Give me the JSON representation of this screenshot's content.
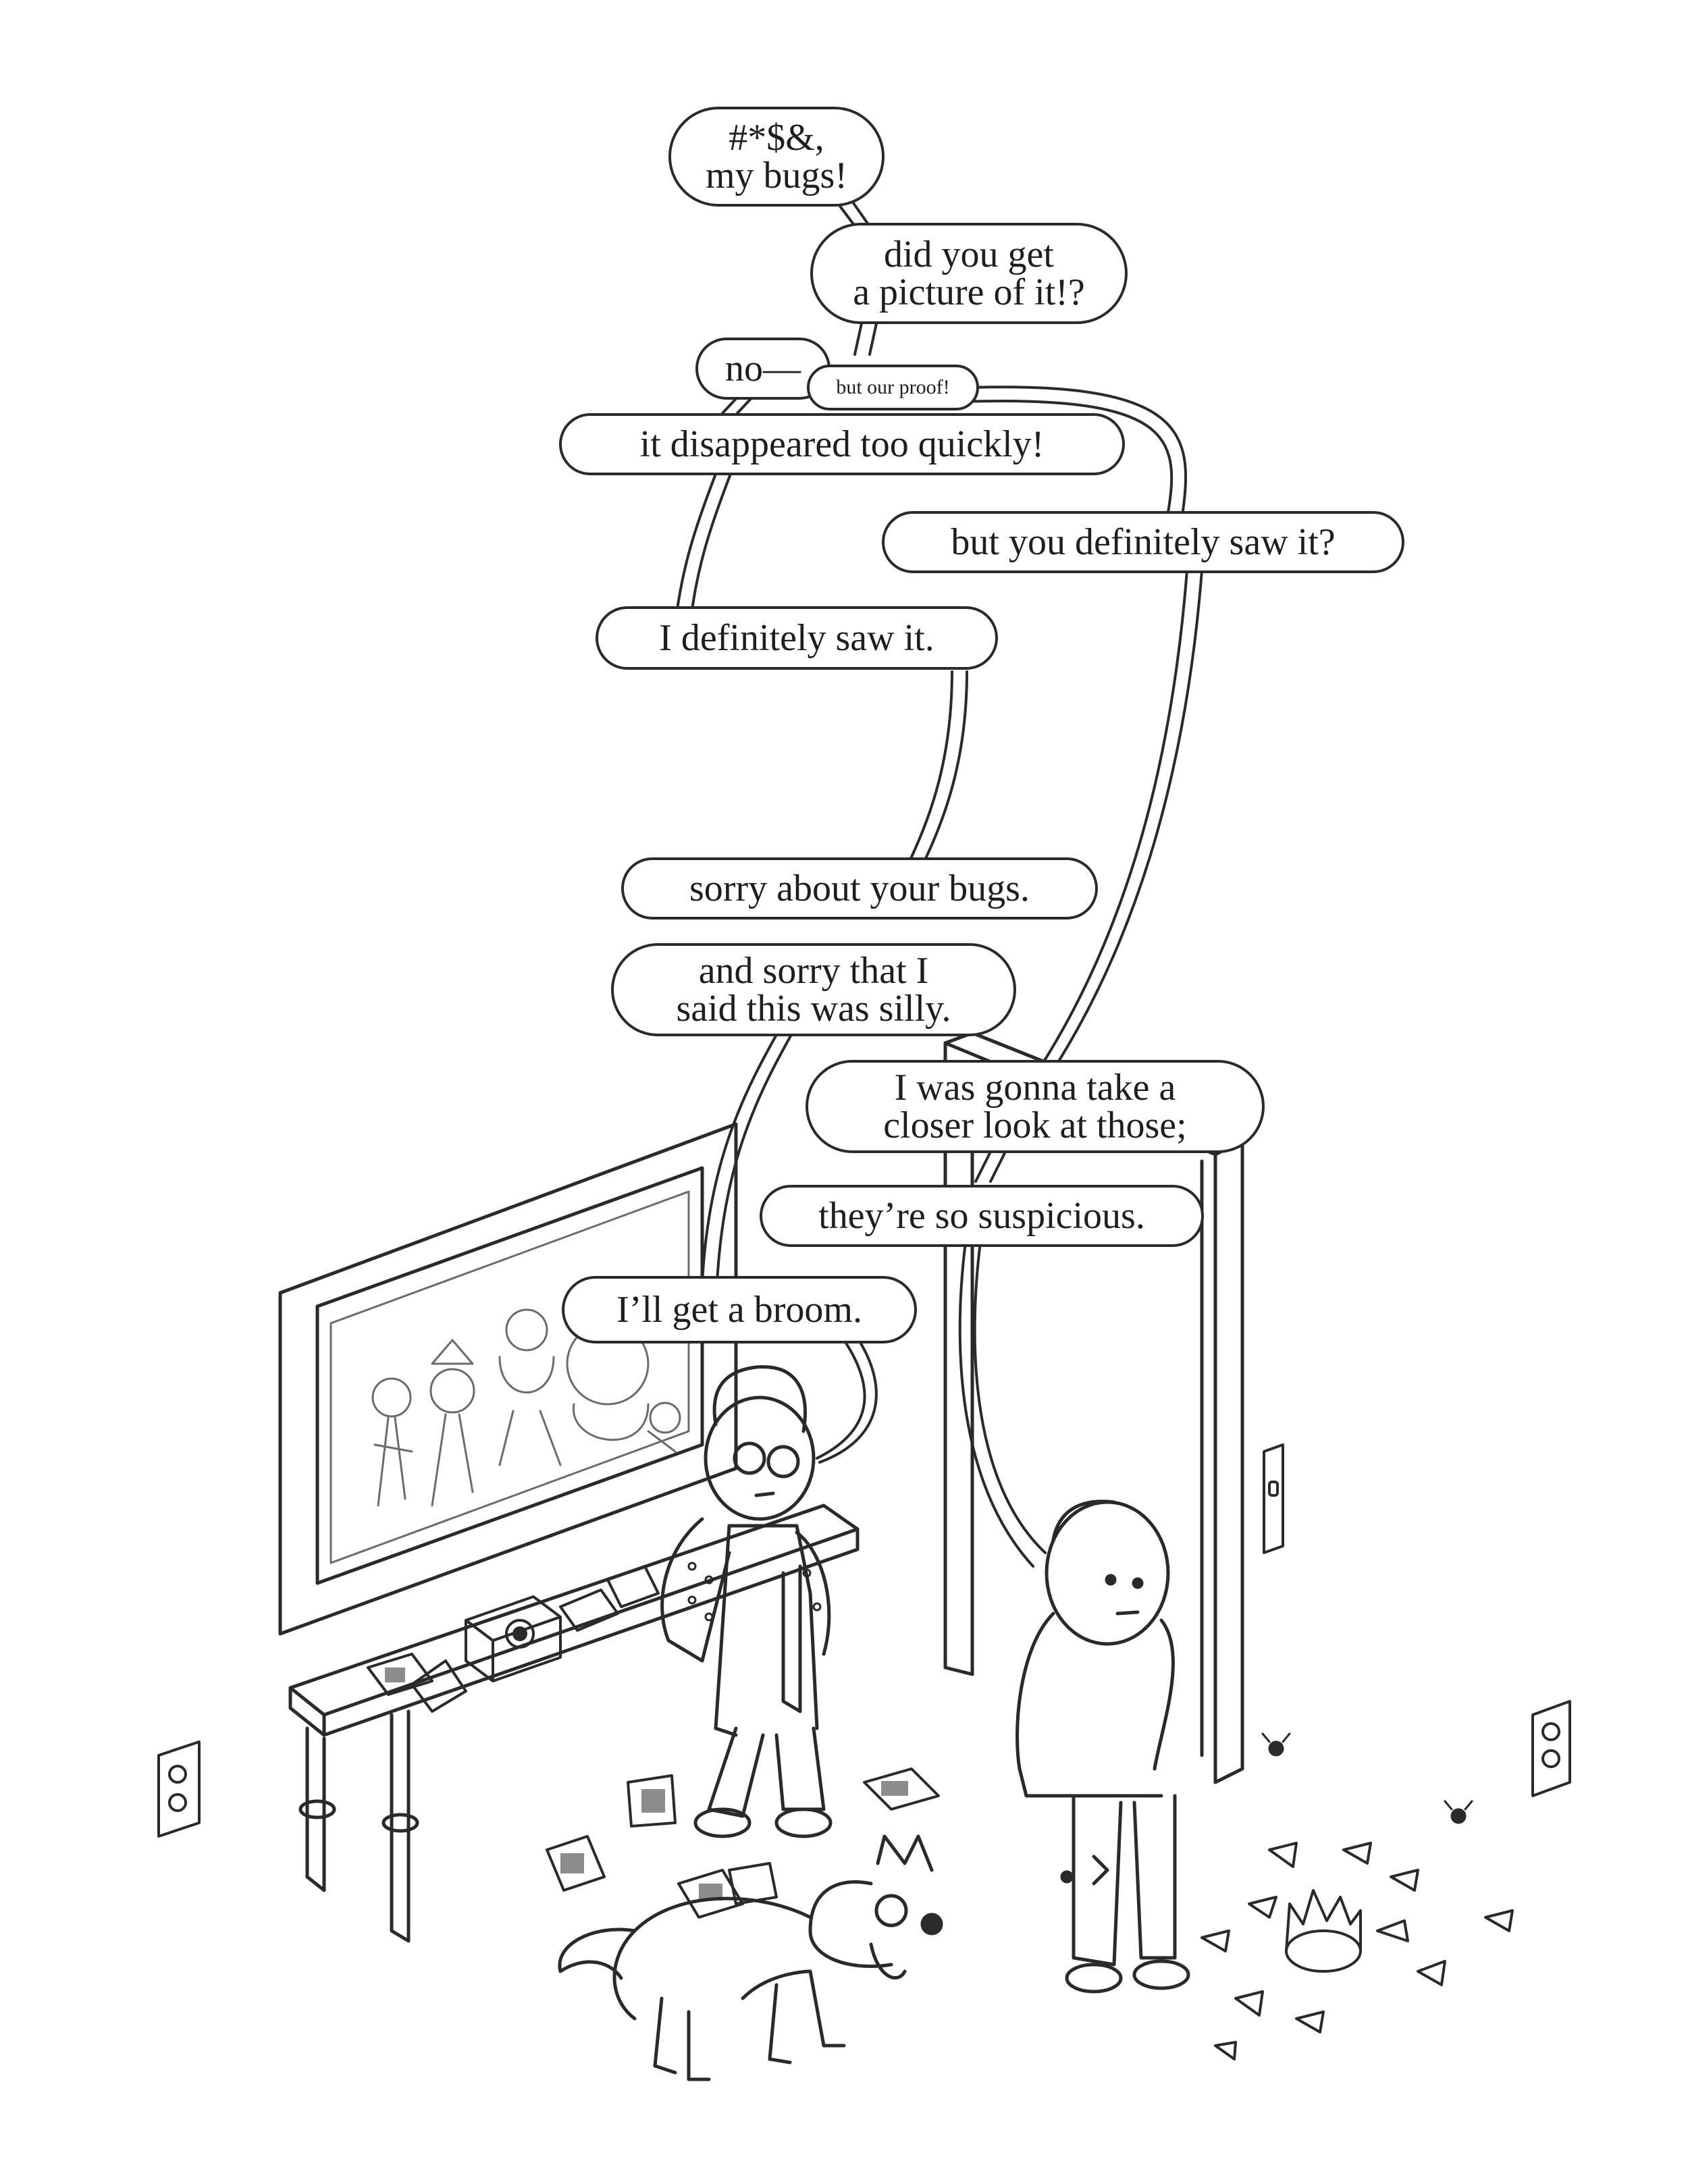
{
  "colors": {
    "line": "#2a2a2a",
    "gray_line": "#6b6b6b",
    "paper": "#ffffff",
    "photo": "#8c8c8c"
  },
  "dialogue": [
    {
      "id": "b1",
      "text": "#*$&,\nmy bugs!"
    },
    {
      "id": "b2",
      "text": "did you get\na picture of it!?"
    },
    {
      "id": "b3",
      "text": "no—"
    },
    {
      "id": "b4",
      "text": "but our proof!"
    },
    {
      "id": "b5",
      "text": "it disappeared too quickly!"
    },
    {
      "id": "b6",
      "text": "but you definitely saw it?"
    },
    {
      "id": "b7",
      "text": "I definitely saw it."
    },
    {
      "id": "b8",
      "text": "sorry about your bugs."
    },
    {
      "id": "b9",
      "text": "and sorry that I\nsaid this was silly."
    },
    {
      "id": "b10",
      "text": "I was gonna take a\ncloser look at those;"
    },
    {
      "id": "b11",
      "text": "they’re so suspicious."
    },
    {
      "id": "b12",
      "text": "I’ll get a broom."
    }
  ],
  "scene": {
    "characters": [
      "girl-with-hat",
      "boy-in-hoodie",
      "dog"
    ],
    "objects": [
      "framed-painting",
      "bench",
      "instant-camera",
      "scattered-photos",
      "doorway",
      "wall-outlet",
      "broken-jar",
      "bugs"
    ]
  }
}
